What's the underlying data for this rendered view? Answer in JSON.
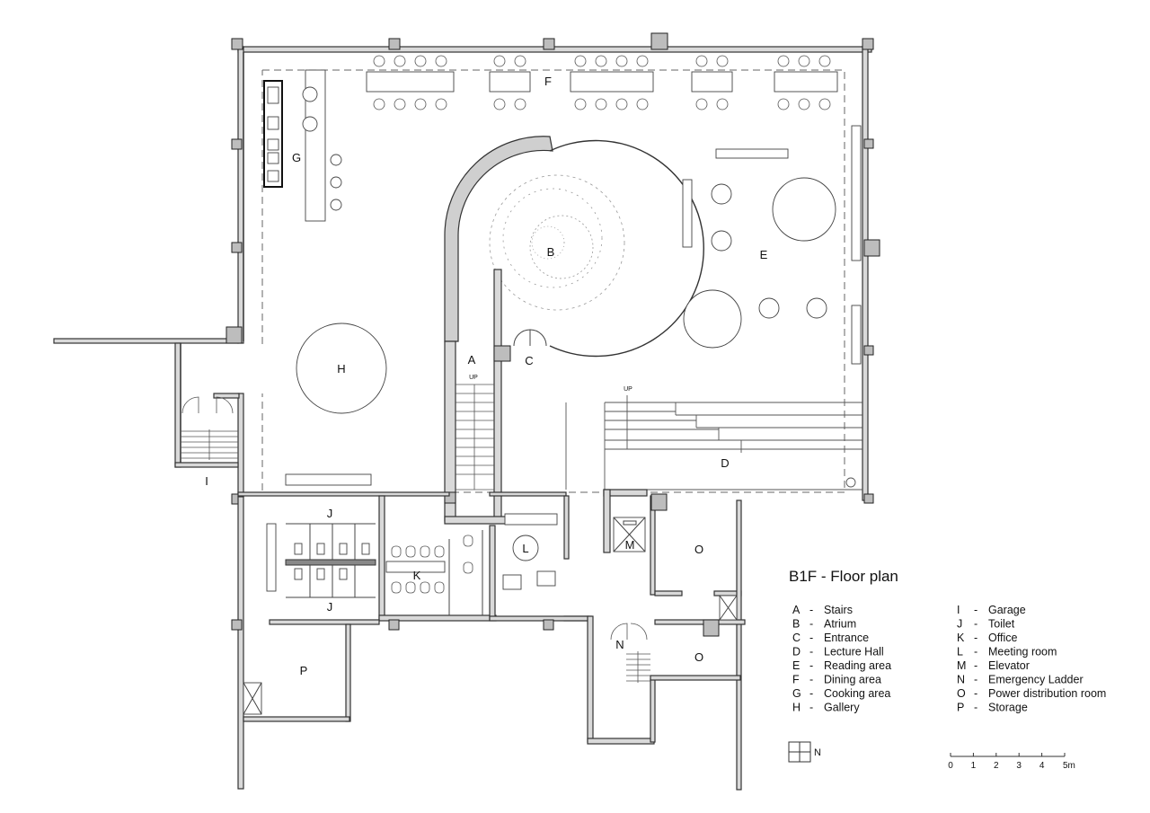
{
  "title": "B1F - Floor  plan",
  "rooms": {
    "A": "A",
    "B": "B",
    "C": "C",
    "D": "D",
    "E": "E",
    "F": "F",
    "G": "G",
    "H": "H",
    "I": "I",
    "J": "J",
    "K": "K",
    "L": "L",
    "M": "M",
    "N": "N",
    "O": "O",
    "P": "P"
  },
  "stair_marks": {
    "up_main": "UP",
    "up_hall": "UP"
  },
  "legend_left": [
    {
      "key": "A",
      "sep": "-",
      "name": "Stairs"
    },
    {
      "key": "B",
      "sep": "-",
      "name": "Atrium"
    },
    {
      "key": "C",
      "sep": "-",
      "name": "Entrance"
    },
    {
      "key": "D",
      "sep": "-",
      "name": "Lecture Hall"
    },
    {
      "key": "E",
      "sep": "-",
      "name": "Reading area"
    },
    {
      "key": "F",
      "sep": "-",
      "name": "Dining area"
    },
    {
      "key": "G",
      "sep": "-",
      "name": "Cooking area"
    },
    {
      "key": "H",
      "sep": "-",
      "name": "Gallery"
    }
  ],
  "legend_right": [
    {
      "key": "I",
      "sep": "-",
      "name": "Garage"
    },
    {
      "key": "J",
      "sep": "-",
      "name": "Toilet"
    },
    {
      "key": "K",
      "sep": "-",
      "name": "Office"
    },
    {
      "key": "L",
      "sep": "-",
      "name": "Meeting room"
    },
    {
      "key": "M",
      "sep": "-",
      "name": "Elevator"
    },
    {
      "key": "N",
      "sep": "-",
      "name": "Emergency Ladder"
    },
    {
      "key": "O",
      "sep": "-",
      "name": "Power distribution room"
    },
    {
      "key": "P",
      "sep": "-",
      "name": "Storage"
    }
  ],
  "north": "N",
  "scale": {
    "ticks": [
      "0",
      "1",
      "2",
      "3",
      "4",
      "5m"
    ]
  }
}
